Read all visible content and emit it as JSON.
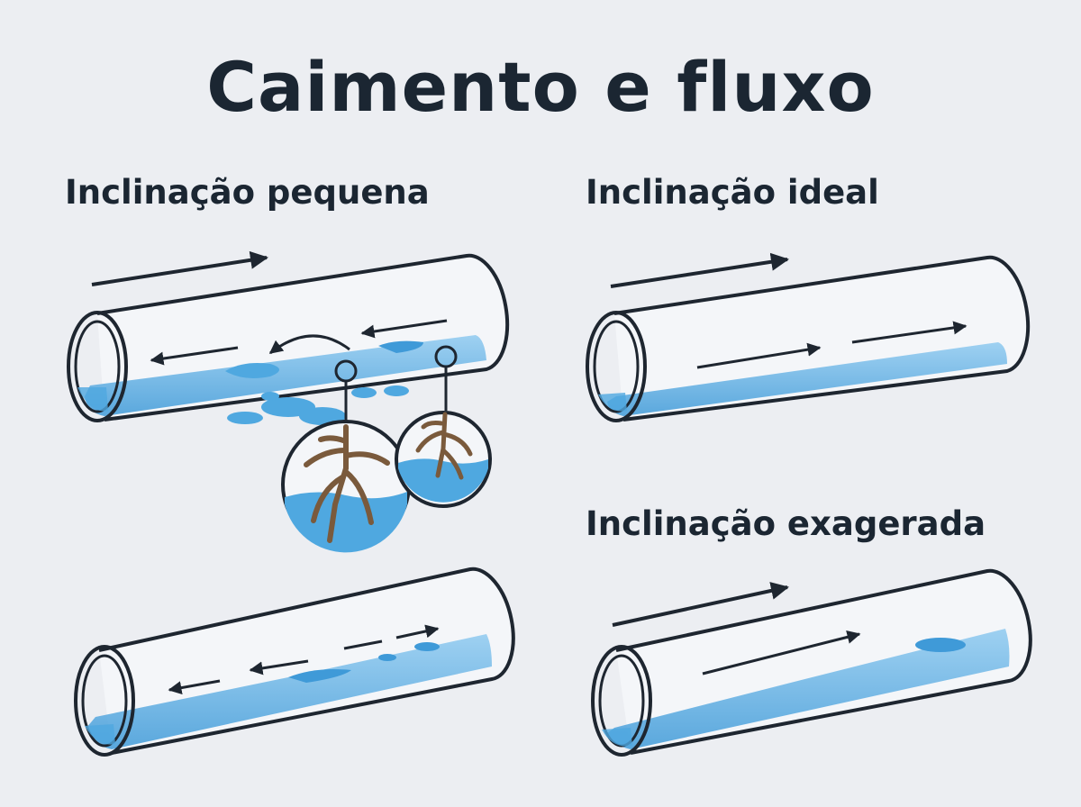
{
  "title": "Caimento e fluxo",
  "labels": {
    "small_slope": "Inclinação pequena",
    "ideal_slope": "Inclinação ideal",
    "exaggerated_slope": "Inclinação exagerada"
  },
  "colors": {
    "background": "#eceef2",
    "text": "#1b2632",
    "pipe_outline": "#1e2630",
    "pipe_fill": "#f4f6f9",
    "water": "#4fa8e0",
    "water_light": "#8fcaf0",
    "roots": "#7a5a3c"
  },
  "icons": [
    "flow-arrow-icon",
    "root-icon",
    "leak-puddle-icon"
  ]
}
